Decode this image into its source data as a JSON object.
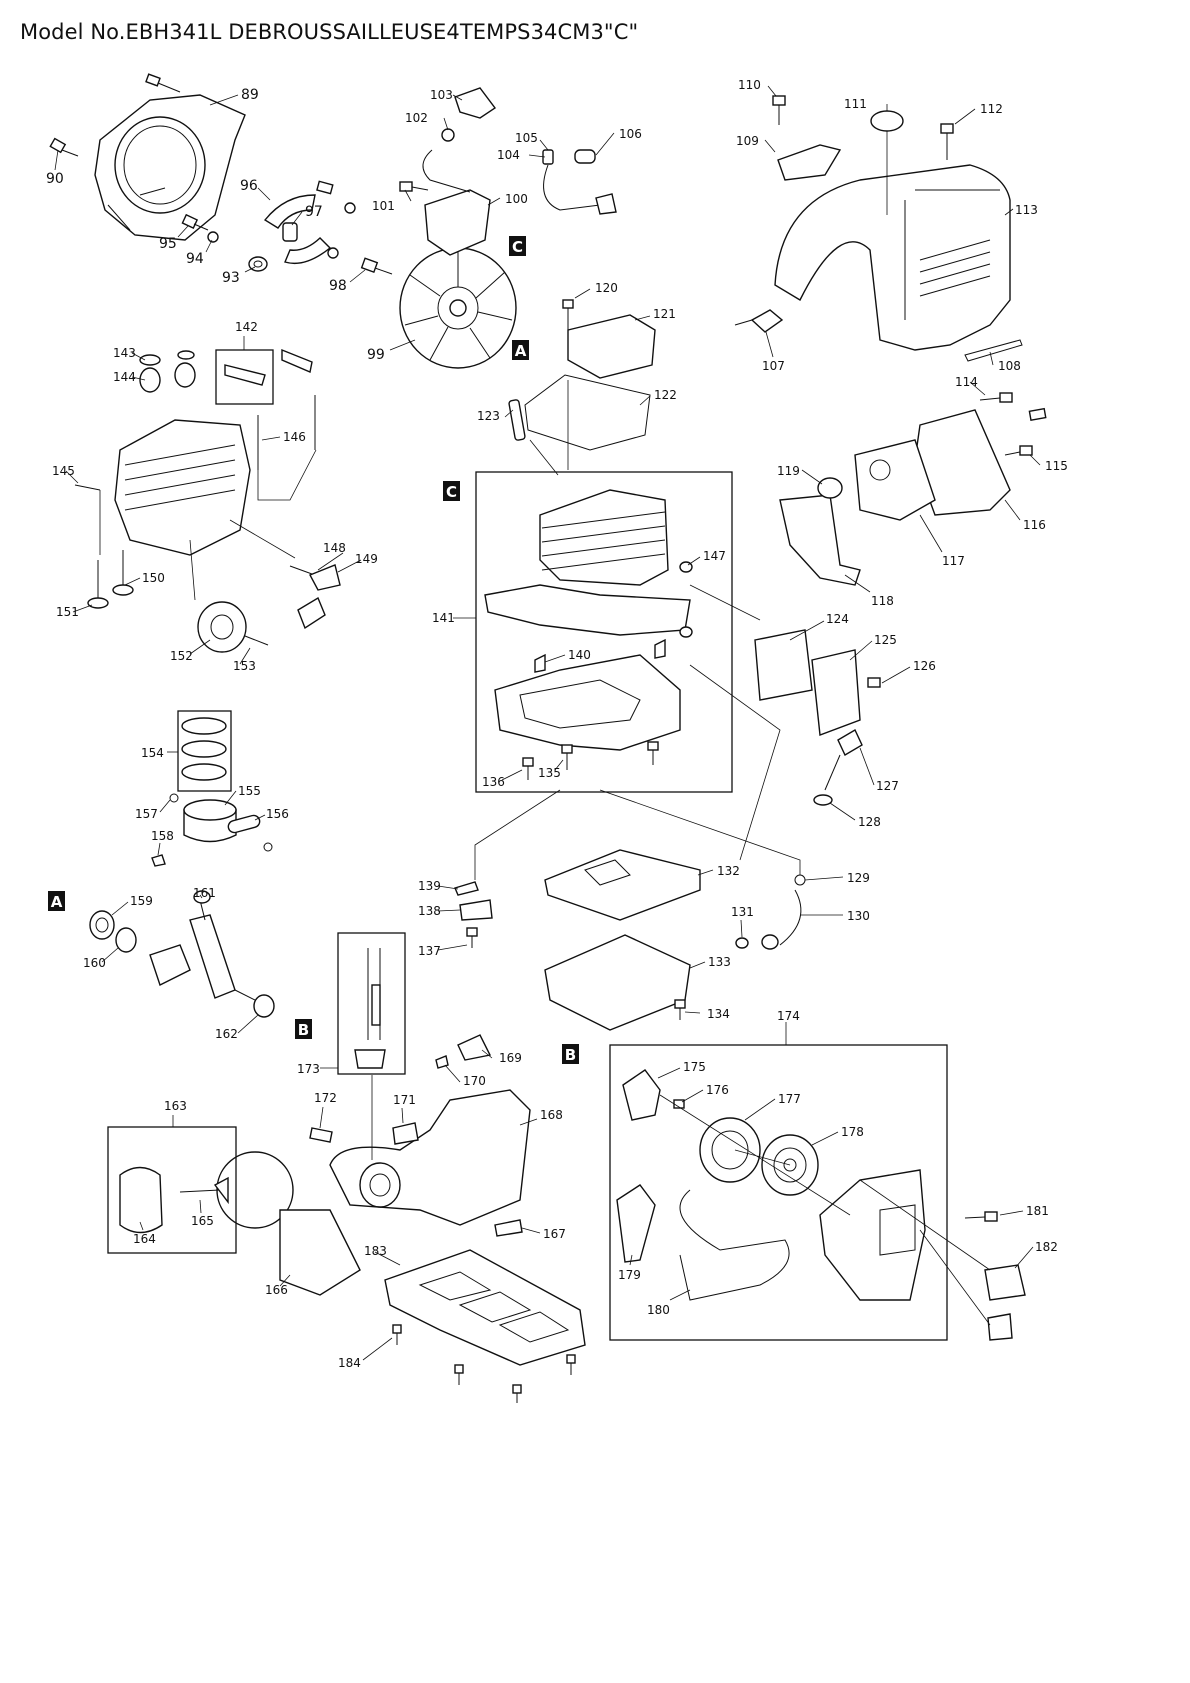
{
  "title": "Model No.EBH341L DEBROUSSAILLEUSE4TEMPS34CM3\"C\"",
  "section_markers": [
    "A",
    "B",
    "C"
  ],
  "part_numbers": [
    "89",
    "90",
    "93",
    "94",
    "95",
    "96",
    "97",
    "98",
    "99",
    "100",
    "101",
    "102",
    "103",
    "104",
    "105",
    "106",
    "107",
    "108",
    "109",
    "110",
    "111",
    "112",
    "113",
    "114",
    "115",
    "116",
    "117",
    "118",
    "119",
    "120",
    "121",
    "122",
    "123",
    "124",
    "125",
    "126",
    "127",
    "128",
    "129",
    "130",
    "131",
    "132",
    "133",
    "134",
    "135",
    "136",
    "137",
    "138",
    "139",
    "140",
    "141",
    "142",
    "143",
    "144",
    "145",
    "146",
    "147",
    "148",
    "149",
    "150",
    "151",
    "152",
    "153",
    "154",
    "155",
    "156",
    "157",
    "158",
    "159",
    "160",
    "161",
    "162",
    "163",
    "164",
    "165",
    "166",
    "167",
    "168",
    "169",
    "170",
    "171",
    "172",
    "173",
    "174",
    "175",
    "176",
    "177",
    "178",
    "179",
    "180",
    "181",
    "182",
    "183",
    "184"
  ]
}
